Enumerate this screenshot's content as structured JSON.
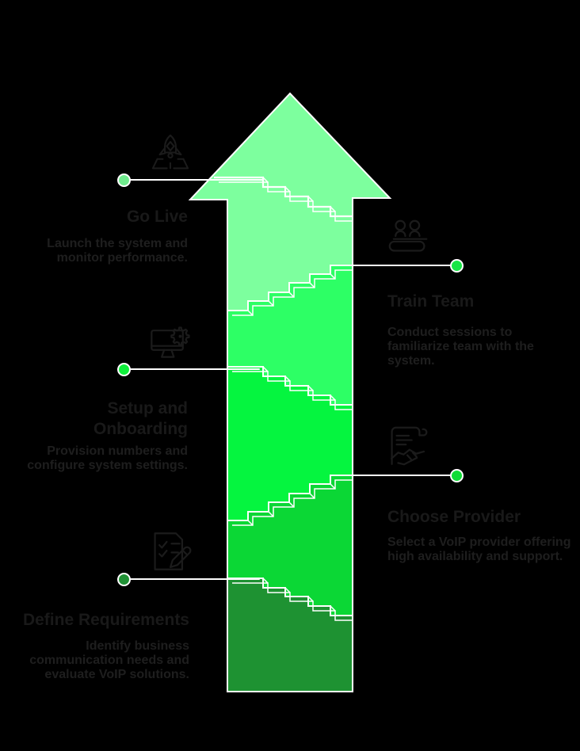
{
  "background": "#000000",
  "outline_color": "#ffffff",
  "text": {
    "title_color": "#191919",
    "body_color": "#1e1e1e",
    "icon_color": "#1b1b1b"
  },
  "arrow": {
    "direction": "up",
    "segments": [
      {
        "name": "level-1-top",
        "color": "#7DFF9E"
      },
      {
        "name": "level-2",
        "color": "#2DFF65"
      },
      {
        "name": "level-3",
        "color": "#05F53F"
      },
      {
        "name": "level-4",
        "color": "#0BD735"
      },
      {
        "name": "level-5-bottom",
        "color": "#1E9232"
      }
    ]
  },
  "steps": [
    {
      "id": "go-live",
      "side": "left",
      "title": "Go Live",
      "description": "Launch the system and monitor performance.",
      "icon": "rocket-launch-icon",
      "dot_color": "#6FEA8D"
    },
    {
      "id": "train-team",
      "side": "right",
      "title": "Train Team",
      "description": "Conduct sessions to familiarize team with the system.",
      "icon": "training-icon",
      "dot_color": "#17E545"
    },
    {
      "id": "setup-and-onboarding",
      "side": "left",
      "title": "Setup and Onboarding",
      "description": "Provision numbers and configure system settings.",
      "icon": "monitor-gear-icon",
      "dot_color": "#0FEE3B"
    },
    {
      "id": "choose-provider",
      "side": "right",
      "title": "Choose Provider",
      "description": "Select a VoIP provider offering high availability and support.",
      "icon": "contract-handshake-icon",
      "dot_color": "#0FDC36"
    },
    {
      "id": "define-requirements",
      "side": "left",
      "title": "Define Requirements",
      "description": "Identify business communication needs and evaluate VoIP solutions.",
      "icon": "checklist-pencil-icon",
      "dot_color": "#209135"
    }
  ]
}
